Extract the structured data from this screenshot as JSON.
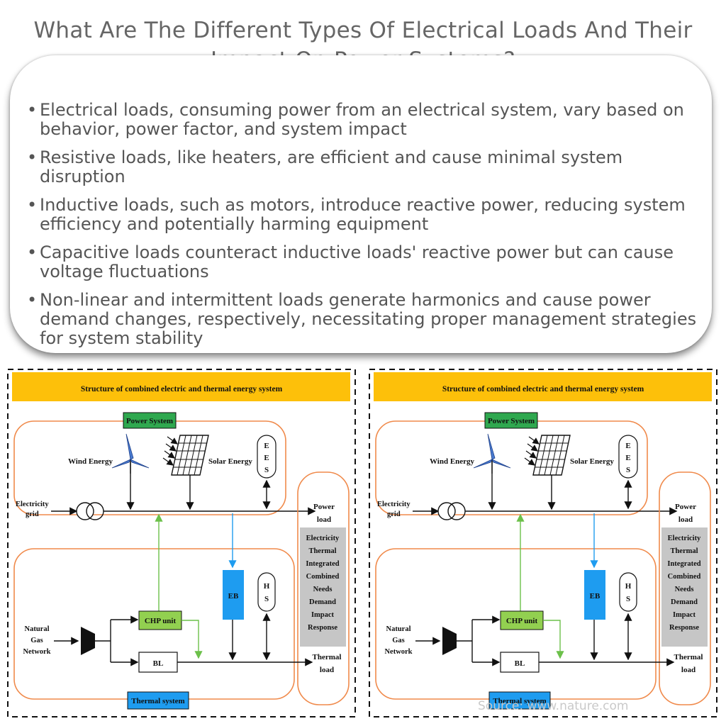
{
  "title": "What Are The Different Types Of Electrical Loads And Their Impact On Power Systems?",
  "bullets": [
    "Electrical loads, consuming power from an electrical system, vary based on behavior, power factor, and system impact",
    "Resistive loads, like heaters, are efficient and cause minimal system disruption",
    "Inductive loads, such as motors, introduce reactive power, reducing system efficiency and potentially harming equipment",
    "Capacitive loads counteract inductive loads' reactive power but can cause voltage fluctuations",
    "Non-linear and intermittent loads generate harmonics and cause power demand changes, respectively, necessitating proper management strategies for system stability"
  ],
  "diagram": {
    "header": "Structure of combined electric and thermal energy system",
    "power_system": "Power System",
    "wind": "Wind Energy",
    "solar": "Solar Energy",
    "ees": [
      "E",
      "E",
      "S"
    ],
    "grid": [
      "Electricity",
      "grid"
    ],
    "power_load": [
      "Power",
      "load"
    ],
    "idr": [
      "Electricity",
      "Thermal",
      "Integrated",
      "Combined",
      "Needs",
      "Demand",
      "Impact",
      "Response"
    ],
    "gas": [
      "Natural",
      "Gas",
      "Network"
    ],
    "chp": "CHP unit",
    "eb": "EB",
    "hs": [
      "H",
      "S"
    ],
    "bl": "BL",
    "thermal_load": [
      "Thermal",
      "load"
    ],
    "thermal_system": "Thermal system",
    "colors": {
      "header": "#fdc00a",
      "green_box": "#2fa84f",
      "chp_box": "#92d050",
      "eb_box": "#1e9cf0",
      "thermal_box": "#1e9cf0",
      "orange_line": "#f08a4b",
      "grey_box": "#c6c6c6"
    }
  },
  "source": "Source: www.nature.com"
}
